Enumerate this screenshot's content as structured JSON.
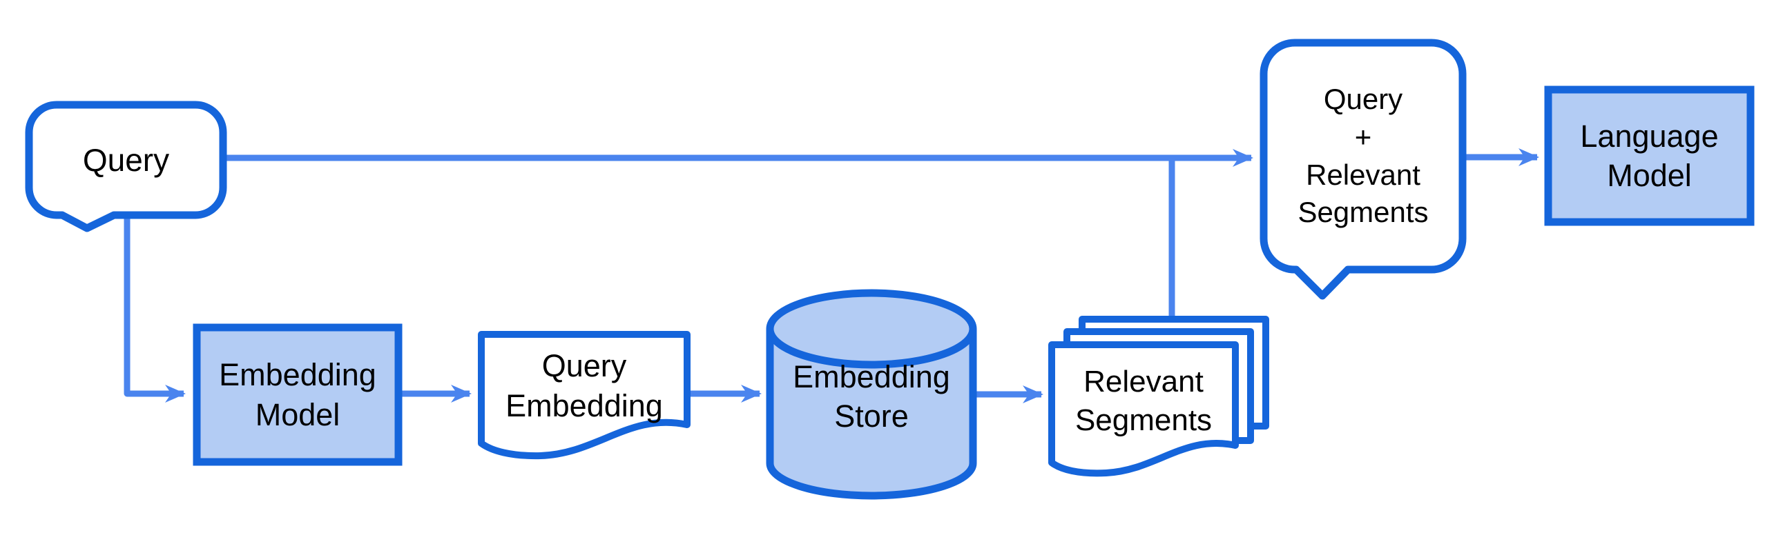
{
  "diagram": {
    "type": "flowchart",
    "description": "Retrieval-augmented generation pipeline: a query is embedded, matched against an embedding store, and relevant segments are combined with the query for a language model",
    "colors": {
      "shape_border": "#1565DB",
      "connector": "#4A84EE",
      "shape_fill_blue": "#B3CCF4",
      "shape_fill_white": "#FFFFFF",
      "text": "#000000",
      "background": "#FFFFFF"
    },
    "nodes": {
      "query": {
        "label": "Query",
        "shape": "speech-bubble",
        "fill": "white",
        "lines": [
          "Query"
        ]
      },
      "embedding_model": {
        "label": "Embedding Model",
        "shape": "rectangle",
        "fill": "blue",
        "lines": [
          "Embedding",
          "Model"
        ]
      },
      "query_embedding": {
        "label": "Query Embedding",
        "shape": "document",
        "fill": "white",
        "lines": [
          "Query",
          "Embedding"
        ]
      },
      "embedding_store": {
        "label": "Embedding Store",
        "shape": "cylinder",
        "fill": "blue",
        "lines": [
          "Embedding",
          "Store"
        ]
      },
      "relevant_segments": {
        "label": "Relevant Segments",
        "shape": "stacked-documents",
        "fill": "white",
        "lines": [
          "Relevant",
          "Segments"
        ]
      },
      "query_plus_relevant_segments": {
        "label": "Query + Relevant Segments",
        "shape": "speech-bubble",
        "fill": "white",
        "lines": [
          "Query",
          "+",
          "Relevant",
          "Segments"
        ]
      },
      "language_model": {
        "label": "Language Model",
        "shape": "rectangle",
        "fill": "blue",
        "lines": [
          "Language",
          "Model"
        ]
      }
    },
    "edges": [
      {
        "from": "query",
        "to": "query_plus_relevant_segments",
        "style": "arrow"
      },
      {
        "from": "query",
        "to": "embedding_model",
        "style": "arrow"
      },
      {
        "from": "embedding_model",
        "to": "query_embedding",
        "style": "arrow"
      },
      {
        "from": "query_embedding",
        "to": "embedding_store",
        "style": "arrow"
      },
      {
        "from": "embedding_store",
        "to": "relevant_segments",
        "style": "arrow"
      },
      {
        "from": "relevant_segments",
        "to": "query_plus_relevant_segments",
        "style": "joins-query-arrow"
      },
      {
        "from": "query_plus_relevant_segments",
        "to": "language_model",
        "style": "arrow"
      }
    ]
  }
}
